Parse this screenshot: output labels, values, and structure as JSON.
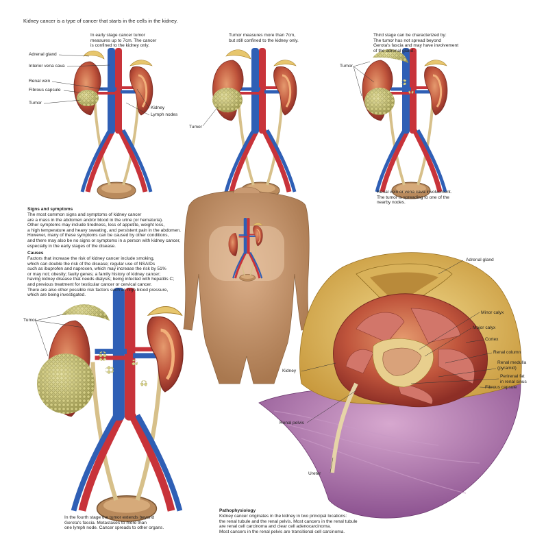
{
  "intro": "Kidney cancer is a type of cancer that starts in the cells in the kidney.",
  "stage1": {
    "caption": "In early stage cancer tumor\nmeasures up to 7cm. The cancer\nis confined to the kidney only.",
    "labels": {
      "adrenal": "Adrenal gland",
      "ivc": "Interior vena cava",
      "renal_vein": "Renal vein",
      "fibrous": "Fibrous capsule",
      "tumor": "Tumor",
      "kidney": "Kidney",
      "lymph": "Lymph nodes"
    }
  },
  "stage2": {
    "caption": "Tumor measures more than 7cm,\nbut still confined to the kidney only.",
    "tumor": "Tumor"
  },
  "stage3": {
    "caption": "Third stage can be characterized by:\nThe tumor has not spread beyond\nGerota's fascia and may have involvement\nof the adrenal gland.",
    "tumor": "Tumor",
    "bottom_caption": "Renal vein or vena cava involvement.\nThe tumor is spreading to one of the\nnearby nodes."
  },
  "signs": {
    "title": "Signs and symptoms",
    "body": "The most common signs and symptoms of kidney cancer\nare a mass in the abdomen and/or blood in the urine (or hematuria).\nOther symptoms may include tiredness, loss of appetite, weight loss,\na high temperature and heavy sweating, and persistent pain in the abdomen.\nHowever, many of these symptoms can be caused by other conditions,\nand there may also be no signs or symptoms in a person with kidney cancer,\nespecially in the early stages of the disease."
  },
  "causes": {
    "title": "Causes",
    "body": "Factors that increase the risk of kidney cancer include smoking,\nwhich can double the risk of the disease; regular use of NSAIDs\nsuch as ibuprofen and naproxen, which may increase the risk by 51%\nor may not; obesity; faulty genes; a family history of kidney cancer;\nhaving kidney disease that needs dialysis; being infected with hepatitis C;\nand previous treatment for testicular cancer or cervical cancer.\nThere are also other possible risk factors such as high blood pressure,\nwhich are being investigated."
  },
  "stage4": {
    "tumor": "Tumor",
    "caption": "In the fourth stage the tumor extends beyond\nGerota's fascia. Metastases to more than\none lymph node. Cancer spreads to other organs."
  },
  "cross_section": {
    "labels": {
      "adrenal": "Adrenal gland",
      "minor_calyx": "Minor calyx",
      "major_calyx": "Major calyx",
      "cortex": "Cortex",
      "renal_column": "Renal column",
      "renal_medulla": "Renal medulla\n(pyramid)",
      "perirenal": "Perirenal fat\nin renal sinus",
      "fibrous": "Fibrous capsule",
      "kidney": "Kidney",
      "renal_pelvis": "Renal pelvis",
      "ureter": "Ureter"
    }
  },
  "pathophysiology": {
    "title": "Pathophysiology",
    "body": "Kidney cancer originates in the kidney in two principal locations:\nthe renal tubule and the renal pelvis. Most cancers in the renal tubule\nare renal cell carcinoma and clear cell adenocarcinoma.\nMost cancers in the renal pelvis are transitional cell carcinoma."
  },
  "colors": {
    "artery": "#c8333a",
    "vein": "#2f5fb5",
    "kidney": "#b8483e",
    "tumor": "#c9c47a",
    "fat": "#e7c66d",
    "skin": "#c99a72",
    "fascia": "#b07ab0"
  }
}
